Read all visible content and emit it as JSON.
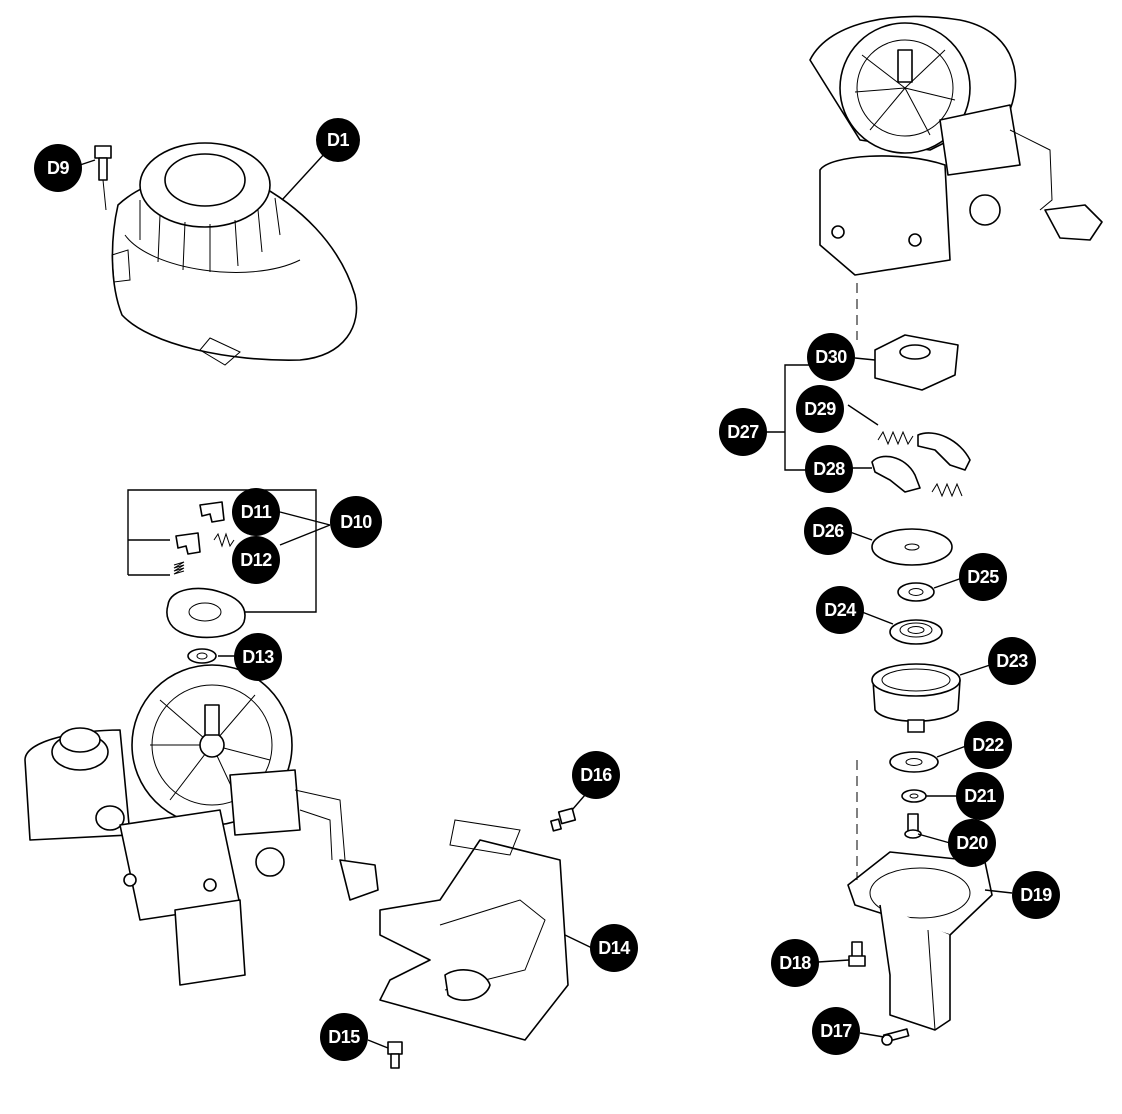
{
  "labels": {
    "D1": "D1",
    "D9": "D9",
    "D10": "D10",
    "D11": "D11",
    "D12": "D12",
    "D13": "D13",
    "D14": "D14",
    "D15": "D15",
    "D16": "D16",
    "D17": "D17",
    "D18": "D18",
    "D19": "D19",
    "D20": "D20",
    "D21": "D21",
    "D22": "D22",
    "D23": "D23",
    "D24": "D24",
    "D25": "D25",
    "D26": "D26",
    "D27": "D27",
    "D28": "D28",
    "D29": "D29",
    "D30": "D30"
  },
  "colors": {
    "line": "#000000",
    "callout_fill": "#000000",
    "callout_text": "#ffffff",
    "background": "#ffffff"
  }
}
